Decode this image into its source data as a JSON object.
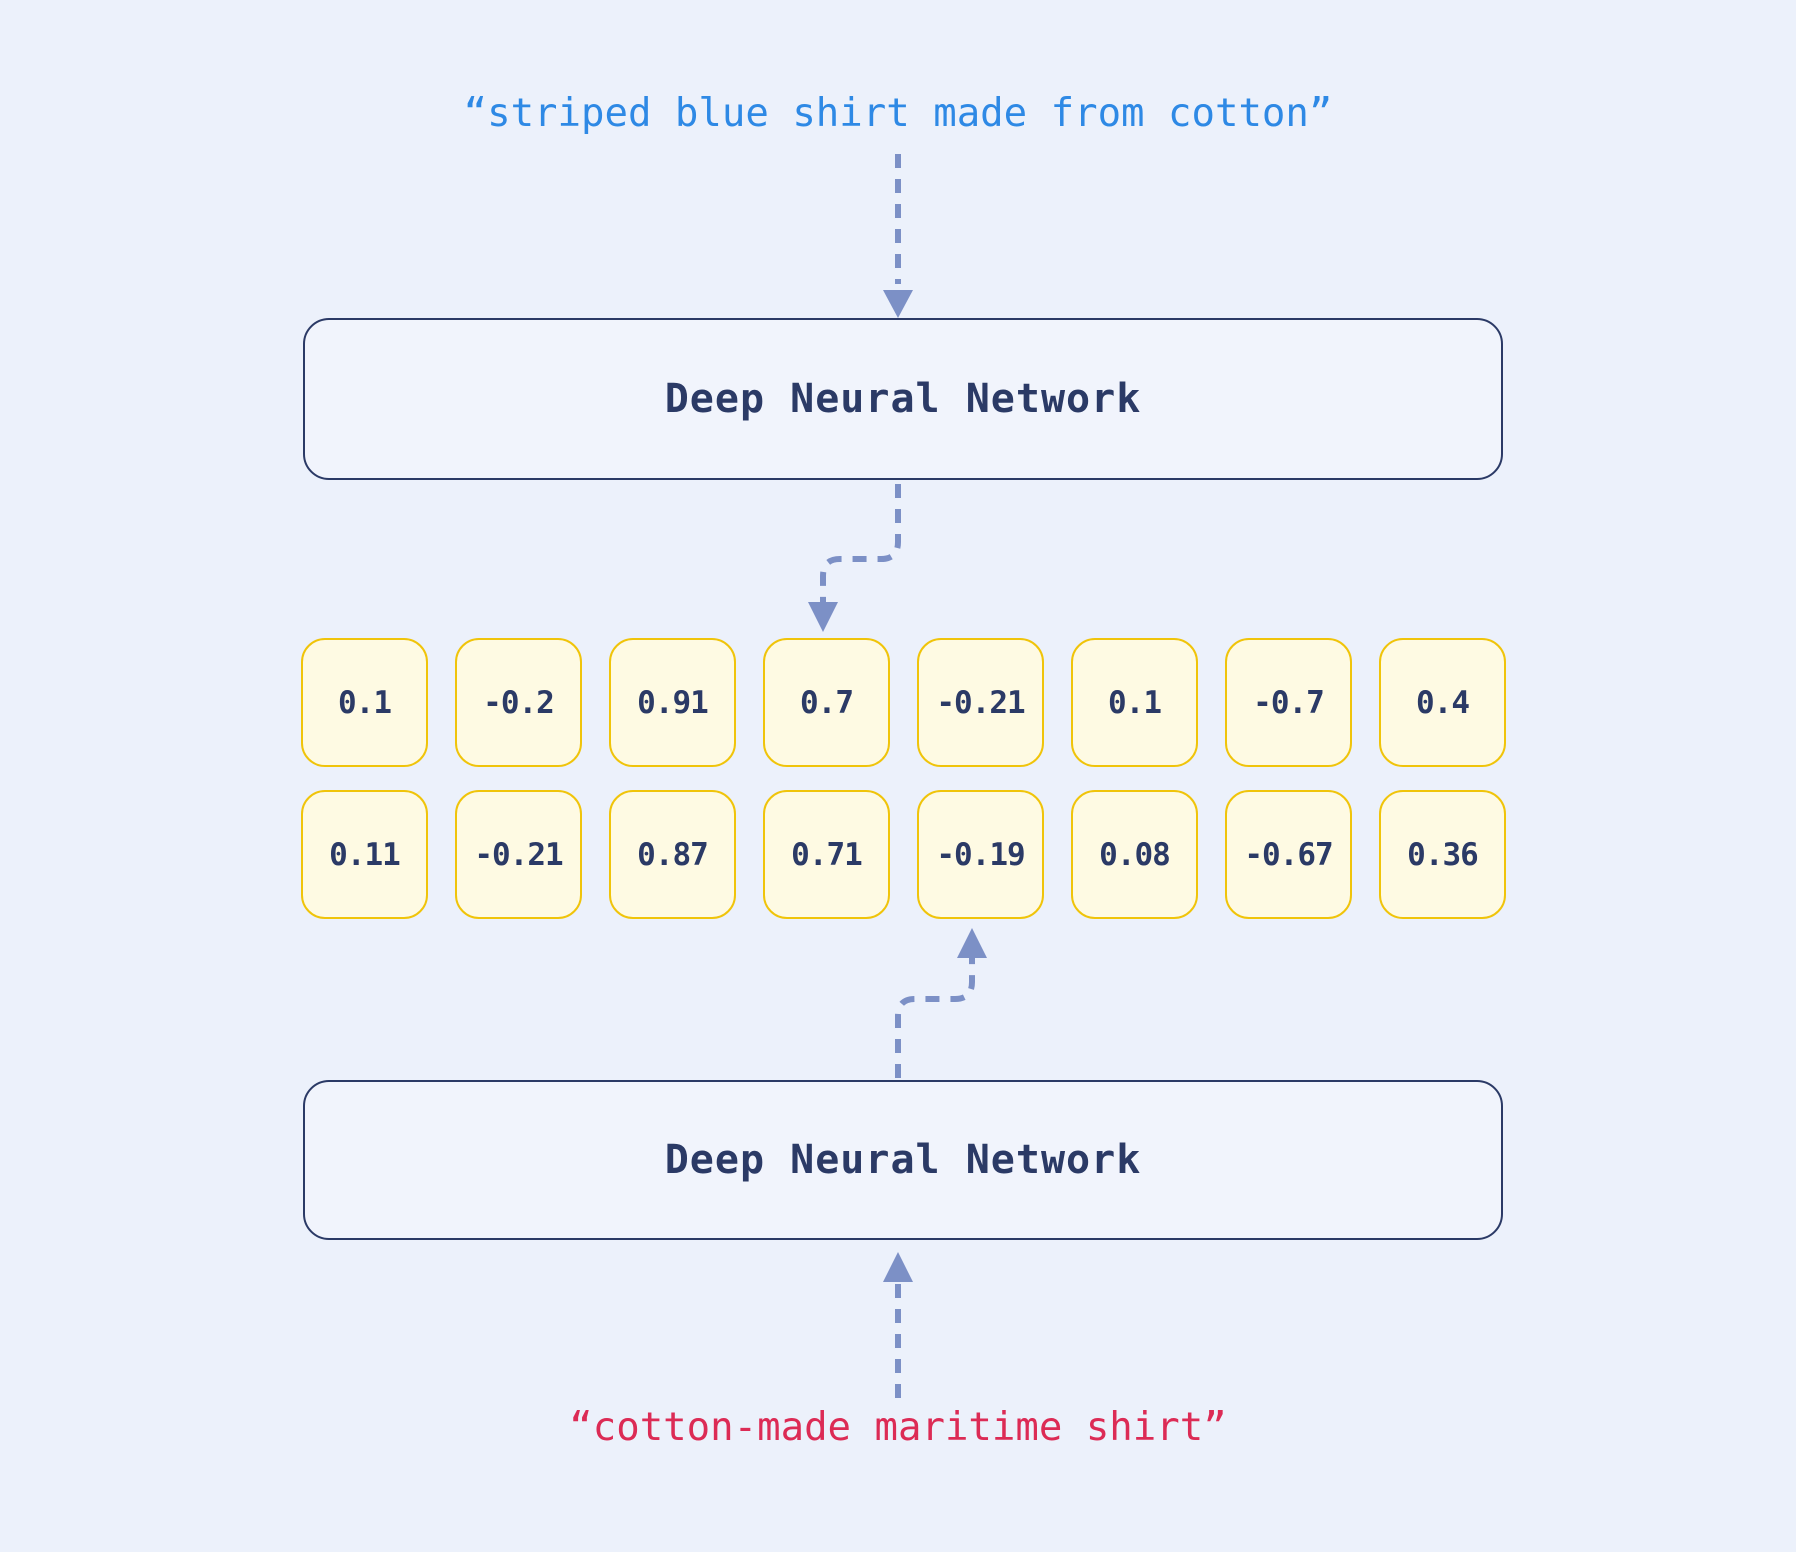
{
  "colors": {
    "background": "#ECF1FB",
    "panel_fill": "#F1F4FC",
    "panel_border": "#2B3A66",
    "text_navy": "#2B3A66",
    "cell_fill": "#FEFAE3",
    "cell_border": "#F0C40A",
    "arrow": "#7C90C6",
    "query_top": "#2E89E5",
    "query_bottom": "#DC2B55"
  },
  "queries": {
    "top": "“striped blue shirt made from cotton”",
    "bottom": "“cotton-made maritime shirt”"
  },
  "networks": {
    "top_label": "Deep Neural Network",
    "bottom_label": "Deep Neural Network"
  },
  "embeddings": {
    "rows": [
      [
        "0.1",
        "-0.2",
        "0.91",
        "0.7",
        "-0.21",
        "0.1",
        "-0.7",
        "0.4"
      ],
      [
        "0.11",
        "-0.21",
        "0.87",
        "0.71",
        "-0.19",
        "0.08",
        "-0.67",
        "0.36"
      ]
    ]
  }
}
